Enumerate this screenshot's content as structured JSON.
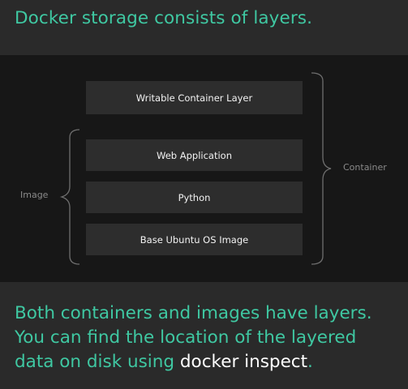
{
  "header": {
    "title": "Docker storage consists of layers."
  },
  "diagram": {
    "layers": [
      "Writable Container Layer",
      "Web Application",
      "Python",
      "Base Ubuntu OS Image"
    ],
    "image_label": "Image",
    "container_label": "Container"
  },
  "footer": {
    "line1": "Both containers and images have layers.",
    "line2": "You can find the location of the layered",
    "line3_prefix": "data on disk using",
    "command": "docker inspect",
    "line3_suffix": "."
  },
  "colors": {
    "accent": "#3fc8a2",
    "header_bg": "#2a2a2a",
    "diagram_bg": "#171717",
    "layer_bg": "#2d2d2d",
    "layer_text": "#f2f2f2",
    "label_gray": "#8a8a8a"
  }
}
